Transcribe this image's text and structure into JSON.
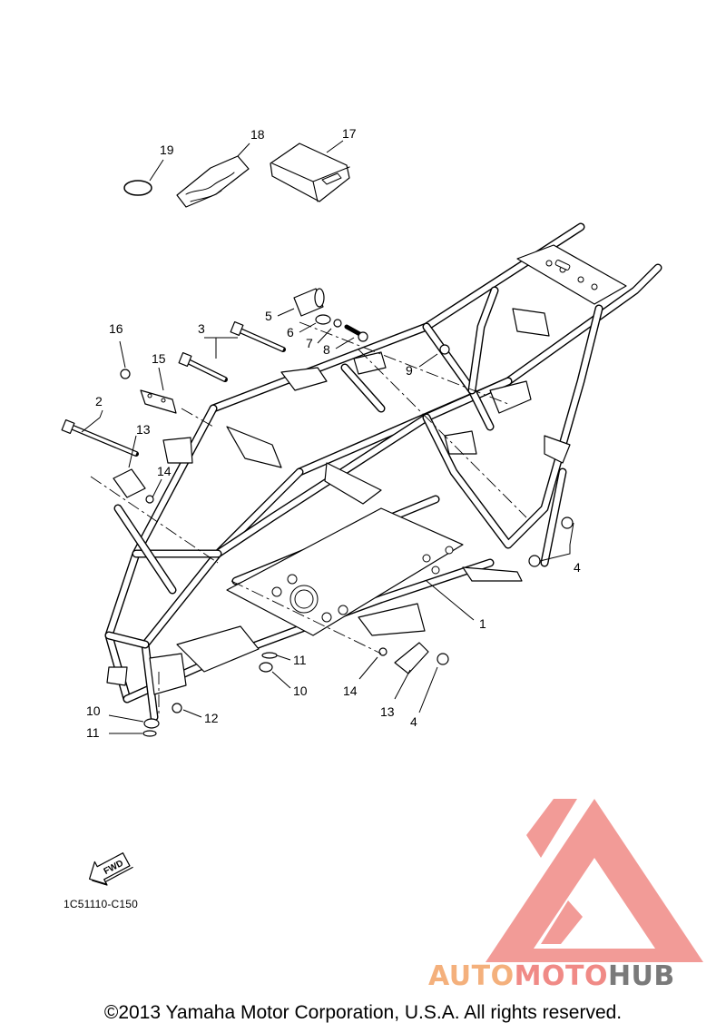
{
  "diagram": {
    "callouts": [
      "1",
      "2",
      "3",
      "4",
      "4",
      "5",
      "6",
      "7",
      "8",
      "9",
      "10",
      "10",
      "11",
      "11",
      "12",
      "13",
      "13",
      "14",
      "14",
      "15",
      "16",
      "17",
      "18",
      "19"
    ],
    "fwd_label": "FWD",
    "drawing_code": "1C51110-C150"
  },
  "watermark": {
    "brand_part1": "AUTO",
    "brand_part2": "MOTO",
    "brand_part3": "HUB",
    "color_light": "#f4b07c",
    "color_pink": "#f08a86",
    "color_gray": "#7a7a7a"
  },
  "footer": {
    "copyright": "©2013 Yamaha Motor Corporation, U.S.A. All rights reserved."
  }
}
